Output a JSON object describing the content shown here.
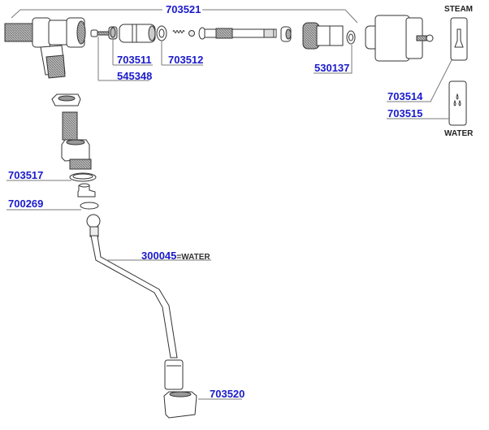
{
  "diagram": {
    "title": "Steam / Water valve exploded parts diagram",
    "link_color": "#1a1acc",
    "line_color": "#7a7a7a",
    "part_labels": [
      {
        "id": "703521",
        "text": "703521"
      },
      {
        "id": "703511",
        "text": "703511"
      },
      {
        "id": "703512",
        "text": "703512"
      },
      {
        "id": "545348",
        "text": "545348"
      },
      {
        "id": "530137",
        "text": "530137"
      },
      {
        "id": "703514",
        "text": "703514"
      },
      {
        "id": "703515",
        "text": "703515"
      },
      {
        "id": "703517",
        "text": "703517"
      },
      {
        "id": "700269",
        "text": "700269"
      },
      {
        "id": "300045",
        "text": "300045",
        "suffix": "=WATER"
      },
      {
        "id": "703520",
        "text": "703520"
      }
    ],
    "captions": {
      "steam": "STEAM",
      "water": "WATER"
    },
    "icons": {
      "steam_knob": "steam-symbol-icon",
      "water_knob": "water-drops-icon"
    }
  }
}
